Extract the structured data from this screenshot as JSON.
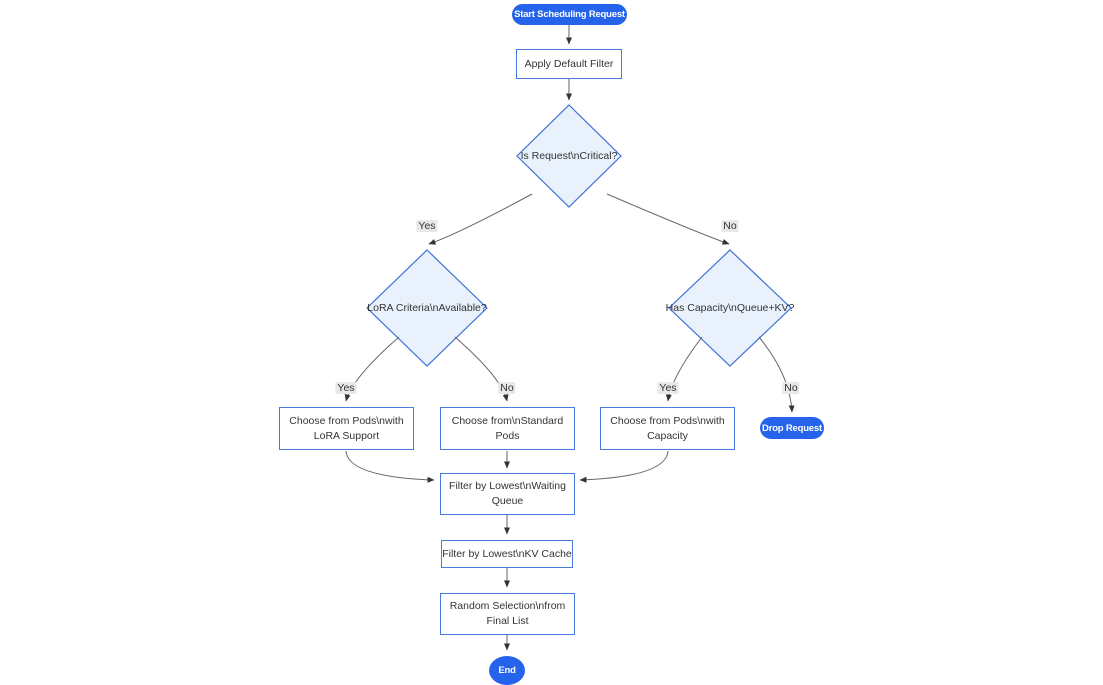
{
  "nodes": {
    "start": "Start Scheduling Request",
    "apply_filter": "Apply Default Filter",
    "is_critical": "Is Request\\nCritical?",
    "lora_criteria": "LoRA Criteria\\nAvailable?",
    "has_capacity": "Has Capacity\\nQueue+KV?",
    "choose_lora": [
      "Choose from Pods\\nwith",
      "LoRA Support"
    ],
    "choose_standard": [
      "Choose from\\nStandard",
      "Pods"
    ],
    "choose_capacity": [
      "Choose from Pods\\nwith",
      "Capacity"
    ],
    "drop_request": "Drop Request",
    "filter_waiting_queue": [
      "Filter by Lowest\\nWaiting",
      "Queue"
    ],
    "filter_kv_cache": "Filter by Lowest\\nKV Cache",
    "random_selection": [
      "Random Selection\\nfrom",
      "Final List"
    ],
    "end": "End"
  },
  "edge_labels": {
    "critical_yes": "Yes",
    "critical_no": "No",
    "lora_yes": "Yes",
    "lora_no": "No",
    "capacity_yes": "Yes",
    "capacity_no": "No"
  },
  "colors": {
    "terminal_fill": "#2563eb",
    "terminal_text": "#ffffff",
    "process_fill": "#ffffff",
    "process_border": "#4a7ce0",
    "decision_fill": "#e9f2fc",
    "decision_border": "#3f70d6",
    "edge_line": "#666666",
    "arrowhead": "#333333",
    "edge_label_bg": "#e8e8e8",
    "text": "#333333"
  }
}
